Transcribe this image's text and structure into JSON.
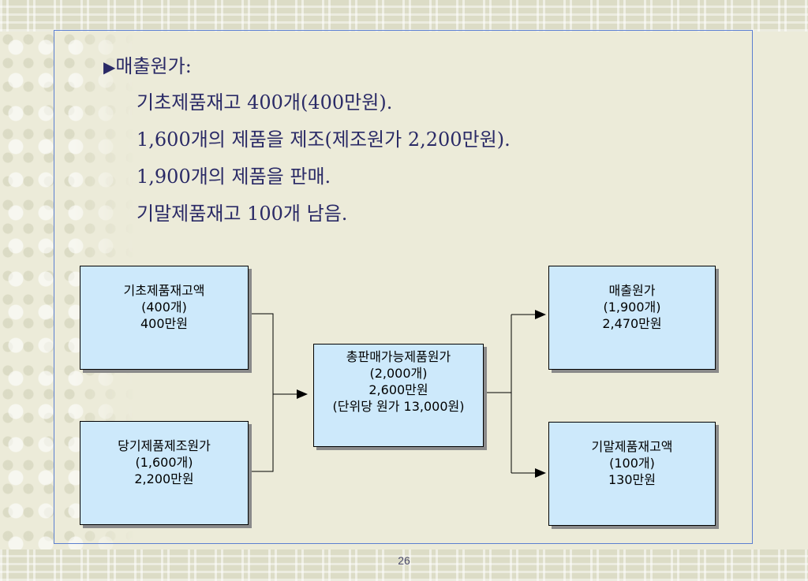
{
  "bullet": {
    "marker": "▶",
    "heading": "매출원가:"
  },
  "facts": [
    "기초제품재고 400개(400만원).",
    "1,600개의 제품을 제조(제조원가 2,200만원).",
    "1,900개의 제품을 판매.",
    "기말제품재고 100개 남음."
  ],
  "boxes": {
    "beginning": {
      "title": "기초제품재고액",
      "qty": "(400개)",
      "amount": "400만원"
    },
    "manufactured": {
      "title": "당기제품제조원가",
      "qty": "(1,600개)",
      "amount": "2,200만원"
    },
    "available": {
      "title": "총판매가능제품원가",
      "qty": "(2,000개)",
      "amount": "2,600만원",
      "unit_cost": "(단위당 원가 13,000원)"
    },
    "cogs": {
      "title": "매출원가",
      "qty": "(1,900개)",
      "amount": "2,470만원"
    },
    "ending": {
      "title": "기말제품재고액",
      "qty": "(100개)",
      "amount": "130만원"
    }
  },
  "page_number": "26",
  "colors": {
    "box_fill": "#cde9fb",
    "text": "#2a2a66",
    "frame": "#5b7fd0"
  }
}
